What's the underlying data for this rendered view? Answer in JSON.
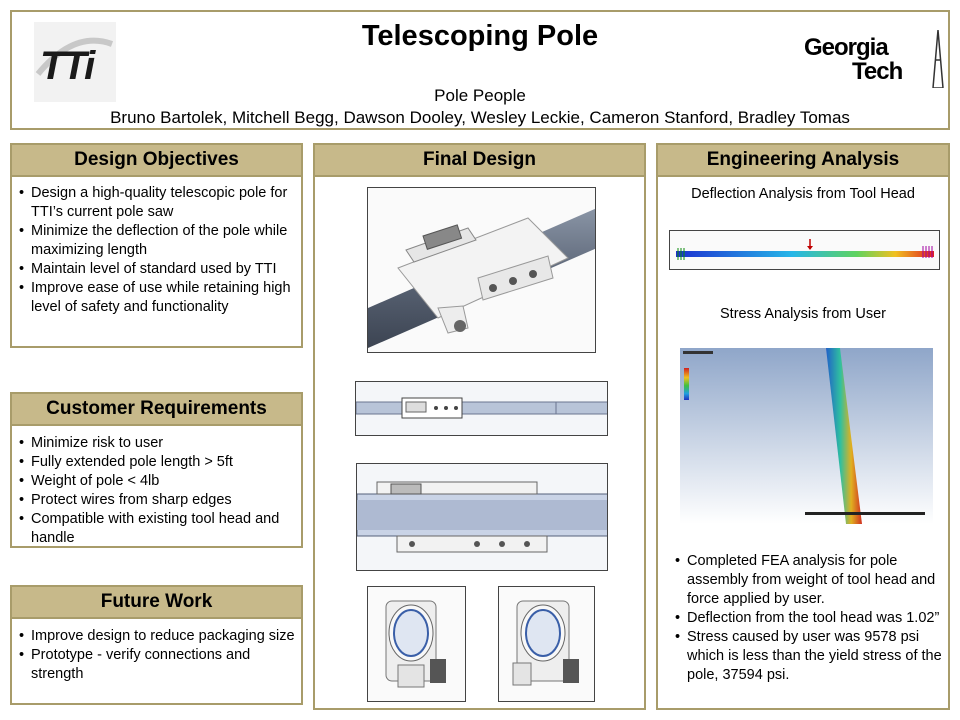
{
  "header": {
    "title": "Telescoping Pole",
    "team": "Pole People",
    "members": "Bruno Bartolek, Mitchell Begg, Dawson Dooley, Wesley Leckie, Cameron Stanford, Bradley Tomas",
    "logo_left": "TTi",
    "logo_right_line1": "Georgia",
    "logo_right_line2": "Tech"
  },
  "design_objectives": {
    "title": "Design Objectives",
    "items": [
      "Design a high-quality telescopic pole for TTI’s current pole saw",
      "Minimize the deflection of the pole while maximizing length",
      "Maintain level of standard used by TTI",
      "Improve ease of use while retaining high level of safety and functionality"
    ]
  },
  "customer_requirements": {
    "title": "Customer Requirements",
    "items": [
      "Minimize risk to user",
      "Fully extended pole length > 5ft",
      "Weight of pole < 4lb",
      "Protect wires from sharp edges",
      "Compatible with existing tool head and handle"
    ]
  },
  "future_work": {
    "title": "Future Work",
    "items": [
      "Improve design to reduce packaging size",
      "Prototype - verify connections and strength"
    ]
  },
  "final_design": {
    "title": "Final Design"
  },
  "engineering_analysis": {
    "title": "Engineering Analysis",
    "caption_deflection": "Deflection Analysis from Tool Head",
    "caption_stress": "Stress Analysis from User",
    "items": [
      "Completed FEA analysis for pole assembly from weight of tool head and force applied by user.",
      "Deflection from the tool head was 1.02”",
      "Stress caused by user was 9578 psi which is less than the yield stress of the pole, 37594 psi."
    ]
  },
  "colors": {
    "header_fill": "#c7b98a",
    "border": "#a89c6a"
  }
}
